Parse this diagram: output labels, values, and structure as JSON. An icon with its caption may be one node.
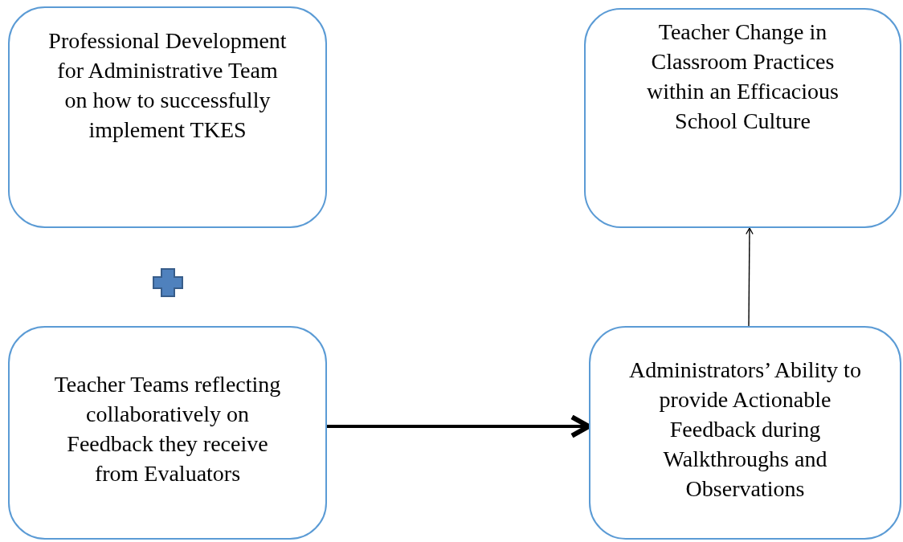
{
  "diagram": {
    "nodes": [
      {
        "text": [
          "Professional Development for Administrative Team on how to successfully implement TKES"
        ]
      },
      {
        "text": [
          "Teacher Teams reflecting collaboratively on Feedback they receive from Evaluators"
        ]
      },
      {
        "text": [
          "Teacher Change in Classroom Practices within an Efficacious School Culture"
        ]
      },
      {
        "text": [
          "Administrators’ Ability to provide Actionable Feedback during Walkthroughs and Observations"
        ]
      }
    ],
    "edges": [
      {
        "from": 1,
        "to": 3,
        "arrow": "to",
        "style": "thick"
      },
      {
        "from": 3,
        "to": 2,
        "arrow": "to"
      }
    ]
  }
}
